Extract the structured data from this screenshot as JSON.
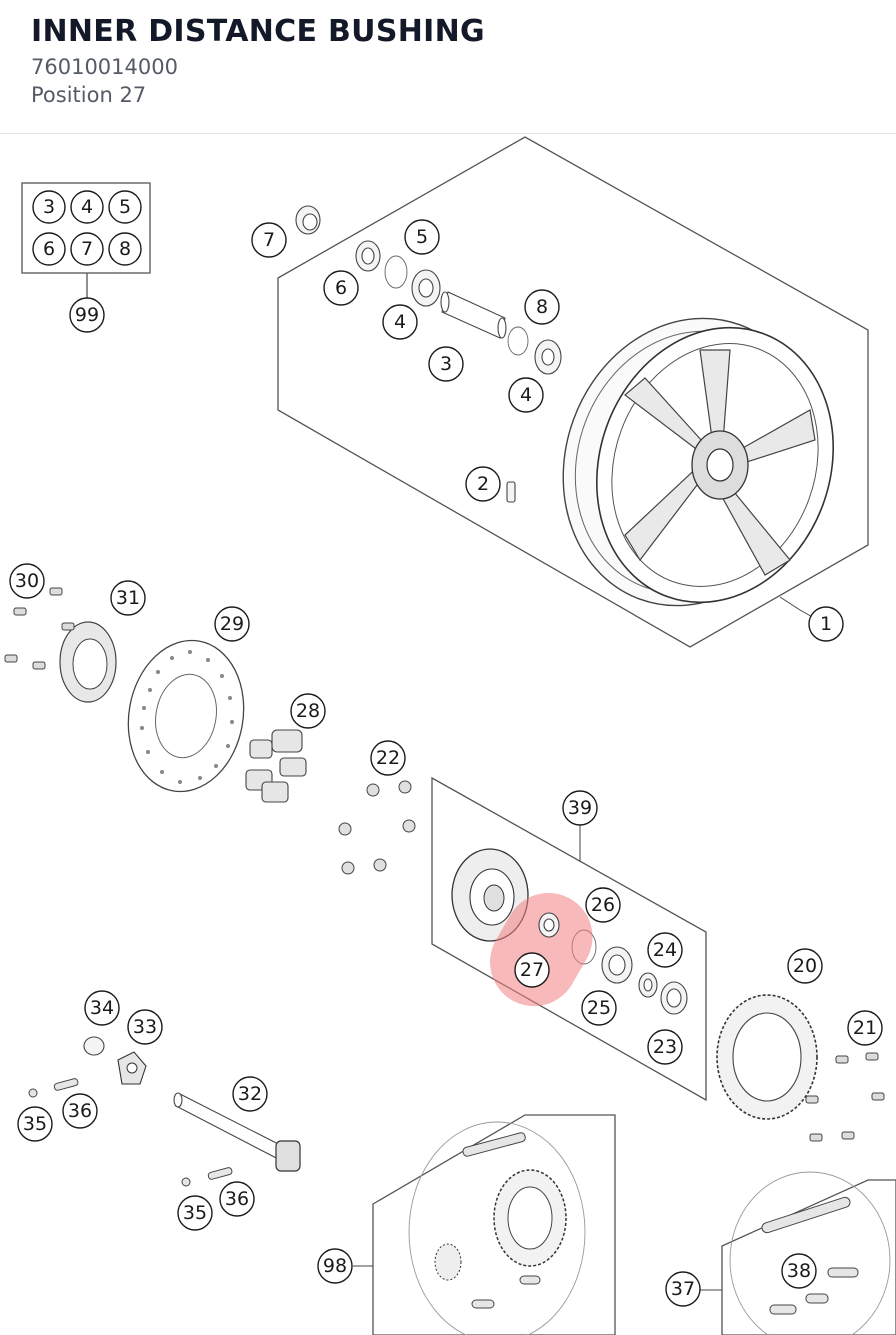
{
  "header": {
    "title": "INNER DISTANCE BUSHING",
    "part_number": "76010014000",
    "position": "Position 27"
  },
  "highlight_color": "#f08080",
  "callouts": [
    "1",
    "2",
    "3",
    "4",
    "5",
    "6",
    "7",
    "8",
    "99",
    "3",
    "4",
    "5",
    "6",
    "7",
    "8",
    "4",
    "30",
    "31",
    "29",
    "28",
    "22",
    "39",
    "26",
    "24",
    "27",
    "25",
    "23",
    "20",
    "21",
    "34",
    "33",
    "32",
    "35",
    "36",
    "35",
    "36",
    "98",
    "37",
    "38"
  ]
}
